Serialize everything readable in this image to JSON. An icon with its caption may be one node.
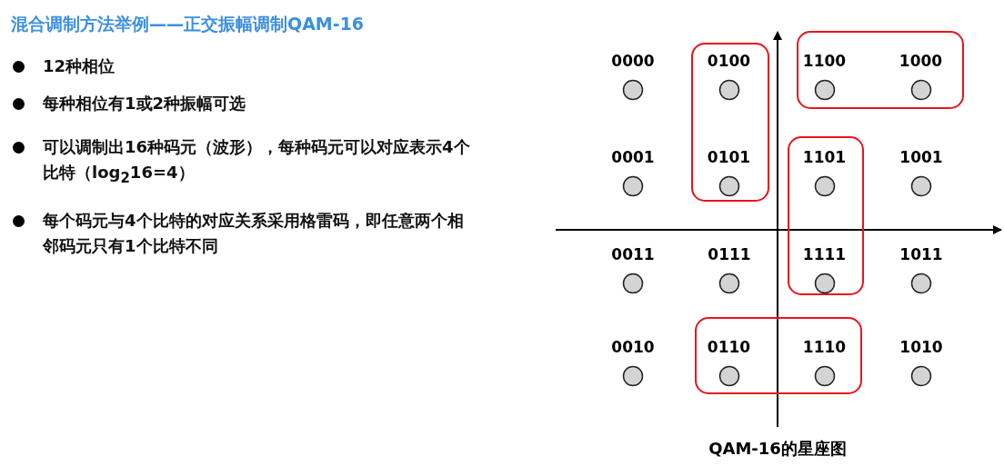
{
  "diagram": {
    "title": "混合调制方法举例——正交振幅调制QAM-16",
    "caption": "QAM-16的星座图",
    "nodes": [
      {
        "text": [
          "0000"
        ]
      },
      {
        "text": [],
        "shape": "box"
      },
      {
        "text": [
          "0100"
        ],
        "in": 1
      },
      {
        "text": [],
        "shape": "box"
      },
      {
        "text": [
          "1100"
        ],
        "in": 3
      },
      {
        "text": [
          "1000"
        ],
        "in": 3
      },
      {
        "text": [
          "0001"
        ]
      },
      {
        "text": [
          "0101"
        ],
        "in": 1
      },
      {
        "text": [],
        "shape": "box"
      },
      {
        "text": [
          "1101"
        ],
        "in": 8
      },
      {
        "text": [
          "1001"
        ]
      },
      {
        "text": [
          "0011"
        ]
      },
      {
        "text": [
          "0111"
        ]
      },
      {
        "text": [
          "1111"
        ],
        "in": 8
      },
      {
        "text": [
          "1011"
        ]
      },
      {
        "text": [
          "0010"
        ]
      },
      {
        "text": [],
        "shape": "box"
      },
      {
        "text": [
          "0110"
        ],
        "in": 16
      },
      {
        "text": [
          "1110"
        ],
        "in": 16
      },
      {
        "text": [
          "1010"
        ]
      }
    ],
    "labels": [
      "12种相位",
      "每种相位有1或2种振幅可选",
      "可以调制出16种码元（波形），每种码元可以对应表示4个比特（log$_{2}$16=4）",
      "每个码元与4个比特的对应关系采用**格雷码**，即任意两个相邻码元只有1个比特不同"
    ]
  }
}
